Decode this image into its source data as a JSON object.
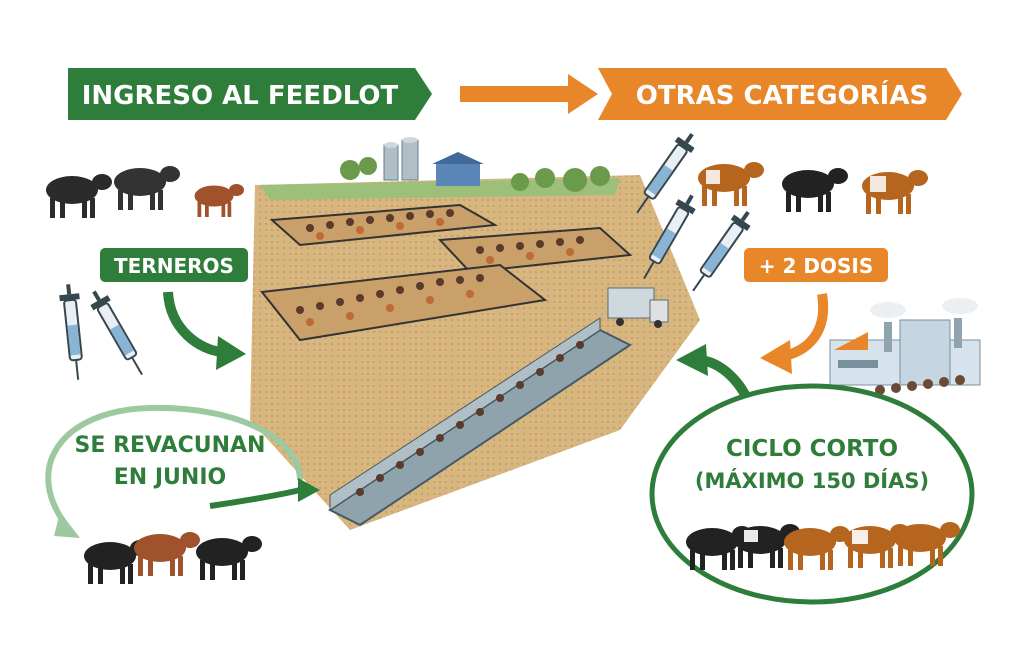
{
  "banners": {
    "left": "INGRESO AL FEEDLOT",
    "right": "OTRAS CATEGORÍAS"
  },
  "labels": {
    "terneros": "TERNEROS",
    "dosis": "+ 2 DOSIS",
    "revacunan_line1": "SE REVACUNAN",
    "revacunan_line2": "EN JUNIO",
    "ciclo_line1": "CICLO CORTO",
    "ciclo_line2": "(MÁXIMO 150 DÍAS)"
  },
  "colors": {
    "green": "#2e7d3a",
    "orange": "#e8862a",
    "dirt": "#d9b98a",
    "grass": "#9cc07a"
  },
  "icons": [
    "syringe-icon",
    "cattle-icon",
    "factory-icon",
    "silo-icon",
    "barn-icon",
    "truck-icon",
    "arrow-icon"
  ]
}
